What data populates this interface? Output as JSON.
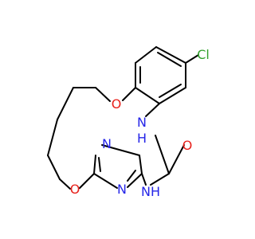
{
  "molecule": {
    "atom_labels": {
      "chlorine": "Cl",
      "ether_oxygen_upper": "O",
      "ether_oxygen_lower": "O",
      "carbonyl_oxygen": "O",
      "amide_nh_upper": "N",
      "amide_h_upper": "H",
      "amide_nh_lower": "N",
      "amide_h_lower": "H",
      "pyrazine_n_upper": "N",
      "pyrazine_n_lower": "N"
    },
    "colors": {
      "carbon_bonds": "#000000",
      "chlorine": "#32a02c",
      "oxygen": "#e8211c",
      "nitrogen": "#2525e8"
    }
  }
}
